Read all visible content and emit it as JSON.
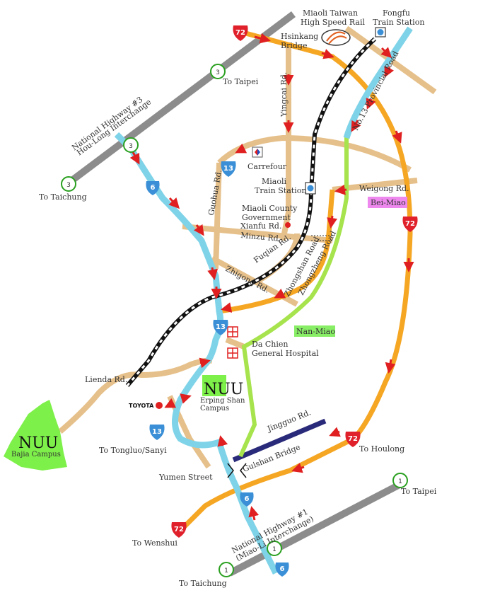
{
  "labels": {
    "hsr": [
      "Miaoli Taiwan",
      "High Speed Rail"
    ],
    "fongfu": [
      "Fongfu",
      "Train Station"
    ],
    "hsinkang": [
      "Hsinkang",
      "Bridge"
    ],
    "to_taipei_top": "To Taipei",
    "to_taipei_bottom": "To Taipei",
    "nh3_interchange": [
      "National Highway #3",
      "Hou-Long Interchange"
    ],
    "to_taichung_top": "To Taichung",
    "to_taichung_bottom": "To Taichung",
    "yingcai": "Yingcai Rd.",
    "no13": "No.13 Provincial Road",
    "carrefour": "Carrefour",
    "miaoli_station": [
      "Miaoli",
      "Train Station"
    ],
    "weigong": "Weigong Rd.",
    "beimiao": "Bei-Miao",
    "guohua": "Guohua Rd.",
    "county_gov": [
      "Miaoli County",
      "Government"
    ],
    "xianfu": "Xianfu Rd.",
    "minzu": "Minzu Rd.",
    "fuqian": "Fuqian Rd.",
    "zhigong": "Zhigong Rd.",
    "zhongshan": "Zhongshan Road",
    "zhongzheng": "Zhongzheng Road",
    "nanmiao": "Nan-Miao",
    "dachien": [
      "Da Chien",
      "General Hospital"
    ],
    "lienda": "Lienda Rd.",
    "nuu_erping_big": "NUU",
    "nuu_erping_sub": [
      "Erping Shan",
      "Campus"
    ],
    "toyota": "TOYOTA",
    "nuu_bajia_big": "NUU",
    "nuu_bajia_sub": "Bajia Campus",
    "tongluo": "To Tongluo/Sanyi",
    "yumen": "Yumen Street",
    "jingguo": "Jingguo Rd.",
    "guishan": "Guishan Bridge",
    "houlong": "To Houlong",
    "wenshui": "To Wenshui",
    "nh1_interchange": [
      "National Highway #1",
      "(Miao-Li Interchange)"
    ]
  },
  "shields": {
    "r72": "72",
    "r13": "13",
    "r6": "6",
    "nh3": "3",
    "nh1": "1"
  },
  "colors": {
    "highway": "#8c8c8c",
    "route72": "#f5a623",
    "route13": "#7fd3e8",
    "local_road": "#e6c08a",
    "railway": "#111111",
    "zhongzheng": "#a6e34d",
    "jingguo": "#2a2a7a",
    "arrow": "#e02020",
    "shield_red": "#e0202a",
    "shield_blue": "#3a8fd6",
    "campus": "#7ef04a",
    "beimiao_bg": "#ee88ee",
    "nanmiao_bg": "#88ee66"
  }
}
